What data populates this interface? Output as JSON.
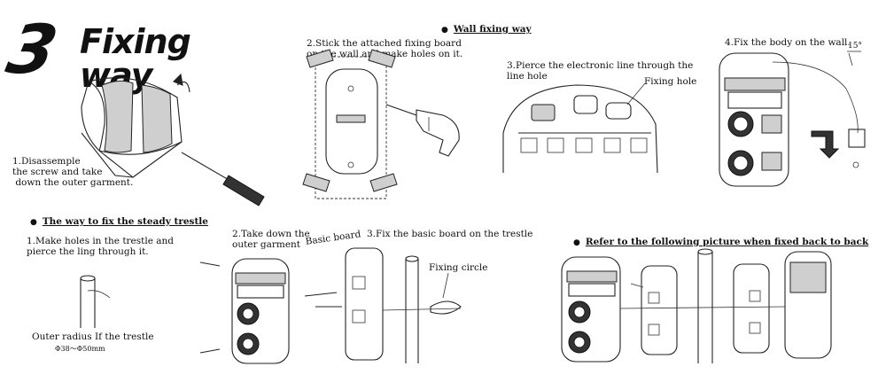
{
  "title": {
    "number": "3",
    "text": "Fixing way"
  },
  "step1": {
    "text": "1.Disassemple\nthe screw and take\n down the outer garment."
  },
  "wall": {
    "header": "Wall fixing way",
    "step2": "2.Stick the attached fixing board\non the wall and make holes on it.",
    "step3": "3.Pierce the electronic line through the\nline hole",
    "fixing_hole": "Fixing hole",
    "step4": "4.Fix the body on the wall.",
    "angle": "15°"
  },
  "trestle": {
    "header": "The way to fix the steady trestle",
    "step1": "1.Make holes in the trestle and\npierce the ling through it.",
    "outer_radius": "Outer radius If the trestle",
    "diameter": "Φ38～Φ50mm",
    "step2": "2.Take down the\nouter garment",
    "basic_board": "Basic board",
    "step3": "3.Fix the basic board on the trestle",
    "fixing_circle": "Fixing circle"
  },
  "back": {
    "header": "Refer to the following picture when fixed back to back"
  }
}
